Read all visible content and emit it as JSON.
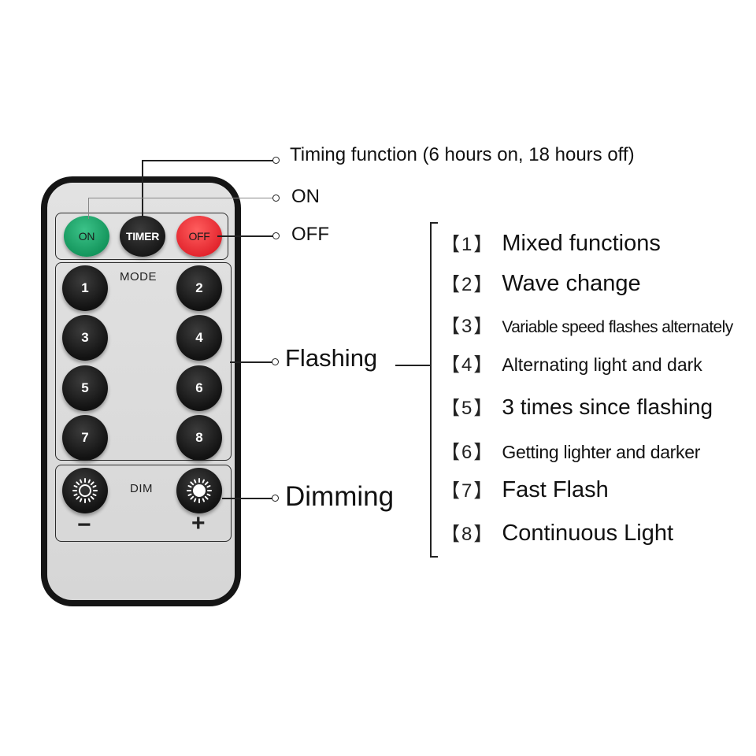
{
  "remote": {
    "top_buttons": {
      "on": "ON",
      "timer": "TIMER",
      "off": "OFF"
    },
    "mode_label": "MODE",
    "mode_buttons": [
      "1",
      "2",
      "3",
      "4",
      "5",
      "6",
      "7",
      "8"
    ],
    "dim_label": "DIM",
    "dim_minus": "−",
    "dim_plus": "+"
  },
  "callouts": {
    "timing": "Timing function (6 hours on, 18 hours off)",
    "on": "ON",
    "off": "OFF",
    "flashing": "Flashing",
    "dimming": "Dimming"
  },
  "modes": [
    {
      "index": "【1】",
      "label": "Mixed functions"
    },
    {
      "index": "【2】",
      "label": "Wave change"
    },
    {
      "index": "【3】",
      "label": "Variable speed flashes alternately"
    },
    {
      "index": "【4】",
      "label": "Alternating light and dark"
    },
    {
      "index": "【5】",
      "label": "3 times since flashing"
    },
    {
      "index": "【6】",
      "label": "Getting lighter and darker"
    },
    {
      "index": "【7】",
      "label": "Fast Flash"
    },
    {
      "index": "【8】",
      "label": "Continuous Light"
    }
  ],
  "colors": {
    "on": "#12935a",
    "off": "#e1222b",
    "body": "#151515",
    "face": "#dcdcdc"
  },
  "icons": {
    "dim_minus": "sun-outline-icon",
    "dim_plus": "sun-filled-icon"
  }
}
